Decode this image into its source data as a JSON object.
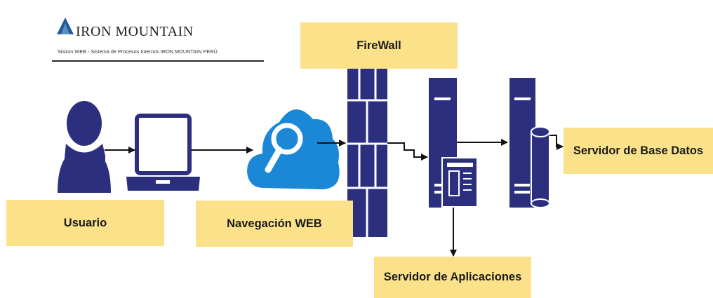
{
  "logo": {
    "brand": "IRON MOUNTAIN",
    "subtitle": "Sisiron WEB  -  Sistema de Procesos Internos IRON MOUNTAIN PERÚ"
  },
  "labels": {
    "firewall": "FireWall",
    "user": "Usuario",
    "web": "Navegación WEB",
    "app_server": "Servidor de Aplicaciones",
    "db_server": "Servidor de Base Datos"
  },
  "colors": {
    "icon_navy": "#2b2f7e",
    "cloud_blue": "#1a88d6",
    "label_bg": "#fbe28a",
    "arrow": "#111111",
    "logo_triangle": "#1f5c99"
  },
  "icons": [
    "user-icon",
    "laptop-icon",
    "cloud-search-icon",
    "firewall-icon",
    "application-server-icon",
    "database-server-icon"
  ]
}
